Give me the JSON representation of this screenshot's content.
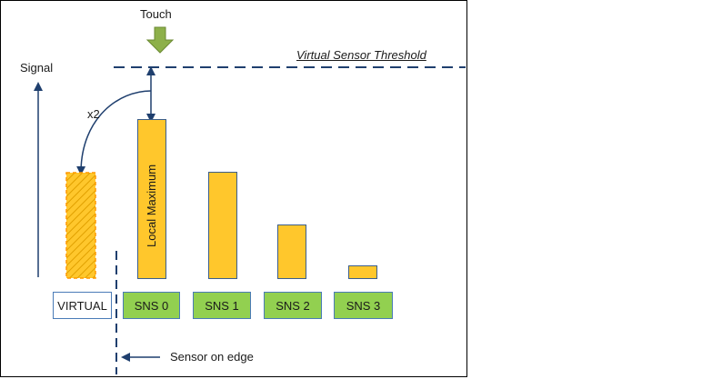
{
  "labels": {
    "touch": "Touch",
    "threshold": "Virtual Sensor Threshold",
    "signal": "Signal",
    "multiplier": "x2",
    "local_maximum": "Local Maximum",
    "sensor_on_edge": "Sensor on edge"
  },
  "sensors": [
    {
      "label": "VIRTUAL",
      "kind": "virtual"
    },
    {
      "label": "SNS 0",
      "kind": "real"
    },
    {
      "label": "SNS 1",
      "kind": "real"
    },
    {
      "label": "SNS 2",
      "kind": "real"
    },
    {
      "label": "SNS 3",
      "kind": "real"
    }
  ],
  "colors": {
    "bar_fill": "#ffc72c",
    "sensor_label_fill": "#92d050",
    "line": "#1f3f6e",
    "touch_arrow": "#8db04a"
  },
  "icons": {
    "touch": "down-arrow-icon"
  }
}
